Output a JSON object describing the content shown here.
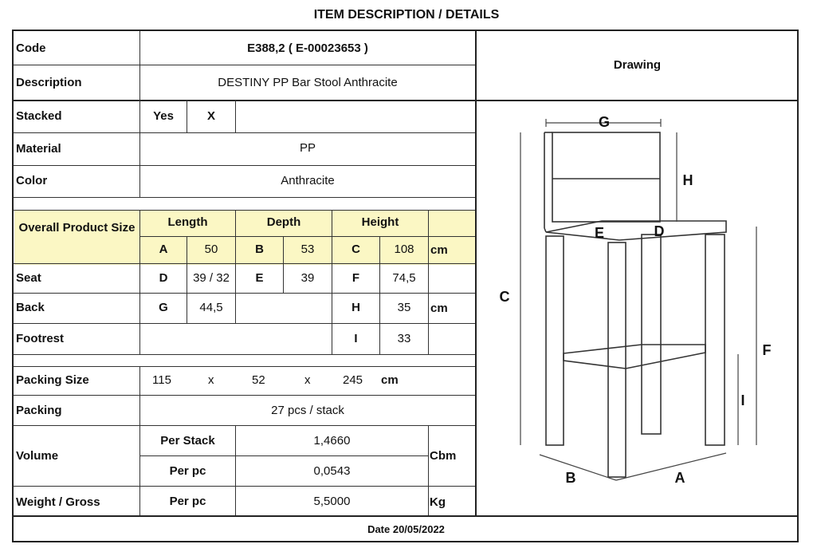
{
  "title": "ITEM DESCRIPTION / DETAILS",
  "labels": {
    "code": "Code",
    "description": "Description",
    "stacked": "Stacked",
    "material": "Material",
    "color": "Color",
    "overall_size": "Overall Product Size",
    "seat": "Seat",
    "back": "Back",
    "footrest": "Footrest",
    "packing_size": "Packing Size",
    "packing": "Packing",
    "volume": "Volume",
    "weight": "Weight / Gross",
    "drawing": "Drawing"
  },
  "values": {
    "code": "E388,2  ( E-00023653 )",
    "description": "DESTINY PP Bar Stool Anthracite",
    "stacked_yes": "Yes",
    "stacked_mark": "X",
    "material": "PP",
    "color": "Anthracite"
  },
  "dimensions": {
    "length_header": "Length",
    "depth_header": "Depth",
    "height_header": "Height",
    "unit": "cm",
    "overall": {
      "a_label": "A",
      "a_value": "50",
      "b_label": "B",
      "b_value": "53",
      "c_label": "C",
      "c_value": "108"
    },
    "seat": {
      "d_label": "D",
      "d_value": "39 / 32",
      "e_label": "E",
      "e_value": "39",
      "f_label": "F",
      "f_value": "74,5"
    },
    "back": {
      "g_label": "G",
      "g_value": "44,5",
      "h_label": "H",
      "h_value": "35"
    },
    "footrest": {
      "i_label": "I",
      "i_value": "33"
    }
  },
  "packing_size": {
    "length": "115",
    "sep1": "x",
    "width": "52",
    "sep2": "x",
    "height": "245",
    "unit": "cm"
  },
  "packing": "27 pcs / stack",
  "volume": {
    "per_stack_label": "Per Stack",
    "per_stack_value": "1,4660",
    "per_pc_label": "Per pc",
    "per_pc_value": "0,0543",
    "unit": "Cbm"
  },
  "weight": {
    "per_pc_label": "Per pc",
    "value": "5,5000",
    "unit": "Kg"
  },
  "date": "Date 20/05/2022",
  "drawing_letters": {
    "g": "G",
    "h": "H",
    "c": "C",
    "e": "E",
    "d": "D",
    "f": "F",
    "i": "I",
    "b": "B",
    "a": "A"
  }
}
